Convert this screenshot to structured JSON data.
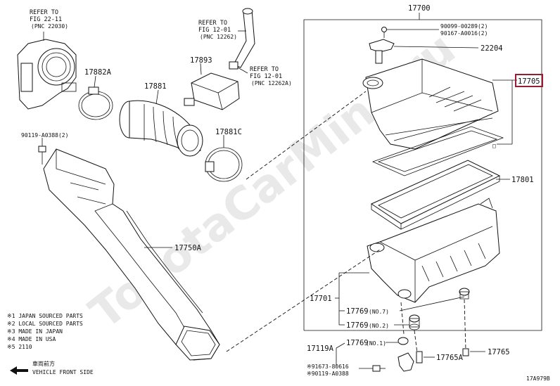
{
  "watermark": "ToyotaCarMine.ru",
  "refs": {
    "throttle": {
      "line1": "REFER TO",
      "line2": "FIG 22-11",
      "line3": "(PNC 22030)"
    },
    "resonator": {
      "line1": "REFER TO",
      "line2": "FIG 12-01",
      "line3": "(PNC 12262)"
    },
    "hose": {
      "line1": "REFER TO",
      "line2": "FIG 12-01",
      "line3": "(PNC 12262A)"
    }
  },
  "parts": {
    "p17700": "17700",
    "p90099": "90099-00289(2)",
    "p90167": "90167-A0016(2)",
    "p22204": "22204",
    "p17705": "17705",
    "p17801": "17801",
    "p17701": "17701",
    "p17769_no7": "17769",
    "no7": "(NO.7)",
    "p17769_no2": "17769",
    "no2": "(NO.2)",
    "p17119a": "17119A",
    "p17769_no1": "17769",
    "no1": "(NO.1)",
    "p17765a": "17765A",
    "p17765": "17765",
    "p91673": "91673-80616",
    "p90119b": "90119-A0388",
    "p17893": "17893",
    "p17882a": "17882A",
    "p17881": "17881",
    "p17881c": "17881C",
    "p90119a": "90119-A0388(2)",
    "p17750a": "17750A"
  },
  "legend": {
    "l1": "※1 JAPAN SOURCED PARTS",
    "l2": "※2 LOCAL SOURCED PARTS",
    "l3": "※3 MADE IN JAPAN",
    "l4": "※4 MADE IN USA",
    "l5": "※5        2110"
  },
  "direction": {
    "jp": "車両前方",
    "en": "VEHICLE FRONT SIDE"
  },
  "figure_id": "17A979B"
}
